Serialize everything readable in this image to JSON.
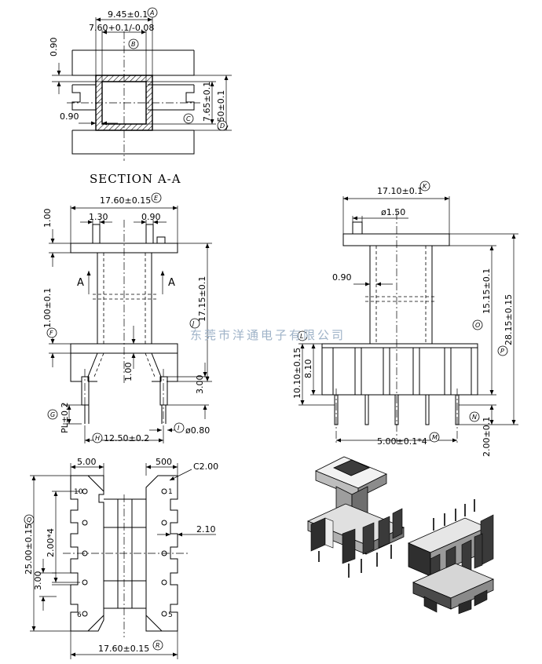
{
  "section_label": "SECTION A-A",
  "cut_letter": "A",
  "watermark": "东莞市洋通电子有限公司",
  "dimensions": {
    "A": "9.45±0.1",
    "B": "7.60+0.1/-0.08",
    "C": "7.65±0.1",
    "D": "9.50±0.1",
    "wall_top": "0.90",
    "wall_side": "0.90",
    "E": "17.60±0.15",
    "pin_w1": "1.30",
    "pin_w2": "0.90",
    "flange_t": "1.00",
    "F": "1.00±0.1",
    "J": "17.15±0.1",
    "slot": "1.00",
    "pin_h": "3.00",
    "G": "PL±0.2",
    "H": "12.50±0.2",
    "I": "ø0.80",
    "K": "17.10±0.1",
    "hole": "ø1.50",
    "side_t": "0.90",
    "L": "10.10±0.15",
    "base_h": "8.10",
    "O": "15.15±0.1",
    "P": "28.15±0.15",
    "M": "5.00±0.1*4",
    "N": "2.00±0.1",
    "top_w1": "5.00",
    "top_w2": "500",
    "chamfer": "C2.00",
    "Q": "25.00±0.15",
    "pitch": "2.00*4",
    "gap": "3.00",
    "offset": "2.10",
    "R": "17.60±0.15"
  },
  "bubbles": [
    "A",
    "B",
    "C",
    "D",
    "E",
    "F",
    "G",
    "H",
    "I",
    "J",
    "K",
    "L",
    "M",
    "N",
    "O",
    "P",
    "Q",
    "R"
  ],
  "pin_numbers": {
    "p10": "10",
    "p1": "1",
    "p6": "6",
    "p5": "5"
  }
}
